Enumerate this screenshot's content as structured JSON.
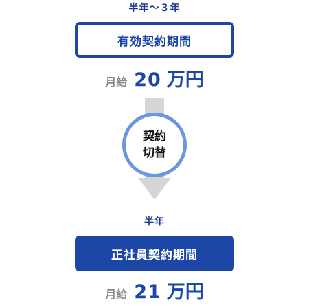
{
  "top": {
    "period": "半年～３年",
    "box_label": "有効契約期間",
    "salary_prefix": "月給",
    "salary_amount": "20",
    "salary_unit": "万円"
  },
  "transition": {
    "line1": "契約",
    "line2": "切替"
  },
  "bottom": {
    "period": "半年",
    "box_label": "正社員契約期間",
    "salary_prefix": "月給",
    "salary_amount": "21",
    "salary_unit": "万円"
  },
  "colors": {
    "primary": "#1d47a7",
    "circle_border": "#6b96e0",
    "arrow": "#d6d6d6",
    "muted_text": "#888888"
  }
}
